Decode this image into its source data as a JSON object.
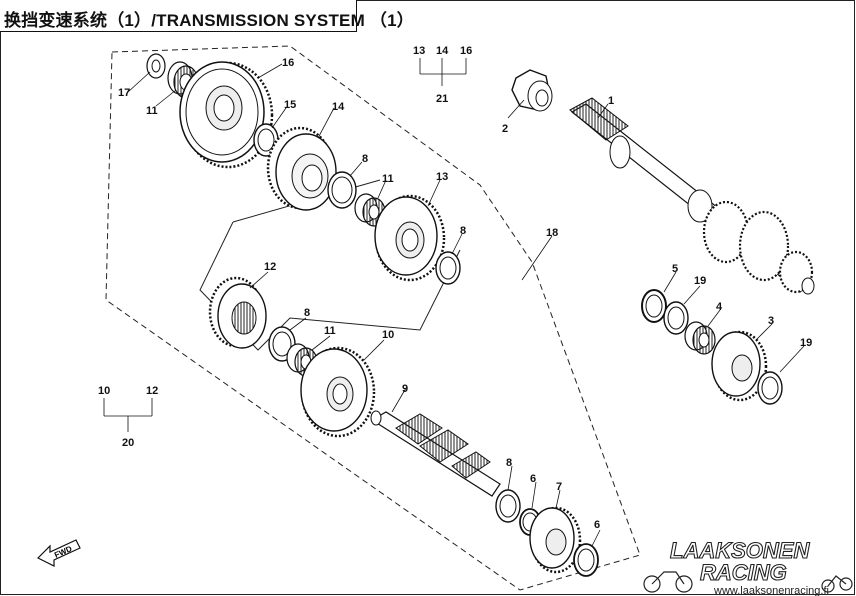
{
  "title": "换挡变速系统（1）/TRANSMISSION SYSTEM （1）",
  "callouts": {
    "c1": "1",
    "c2": "2",
    "c3": "3",
    "c4": "4",
    "c5": "5",
    "c6a": "6",
    "c6b": "6",
    "c7": "7",
    "c8a": "8",
    "c8b": "8",
    "c8c": "8",
    "c8d": "8",
    "c9": "9",
    "c10": "10",
    "c11a": "11",
    "c11b": "11",
    "c11c": "11",
    "c12": "12",
    "c13": "13",
    "c14": "14",
    "c15": "15",
    "c16": "16",
    "c17": "17",
    "c18": "18",
    "c19a": "19",
    "c19b": "19",
    "g21_13": "13",
    "g21_14": "14",
    "g21_16": "16",
    "g21": "21",
    "g20_10": "10",
    "g20_12": "12",
    "g20": "20"
  },
  "fwd_label": "FWD",
  "watermark": {
    "line1": "LAAKSONEN",
    "line2": "RACING",
    "url": "www.laaksonenracing.fi"
  }
}
